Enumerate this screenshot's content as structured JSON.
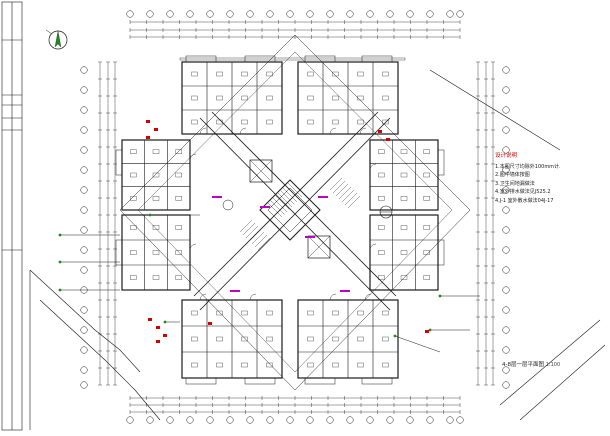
{
  "design_notes": {
    "title": "设计说明",
    "lines": [
      "1.本图尺寸均除外100mm计.",
      "2.图中墙体按图",
      "3.卫生间地漏做法",
      "4.室外排水做法见J525.2",
      "4.J-1 室外散水做法04J-17"
    ]
  },
  "drawing_title": {
    "text": "4-8层一层平面图",
    "scale": "1:100"
  },
  "colors": {
    "line": "#1a1a1a",
    "red": "#d40000",
    "green": "#1e8a1e",
    "magenta": "#c000c0"
  },
  "icons": [
    "north-arrow-icon",
    "section-marker-icon"
  ]
}
